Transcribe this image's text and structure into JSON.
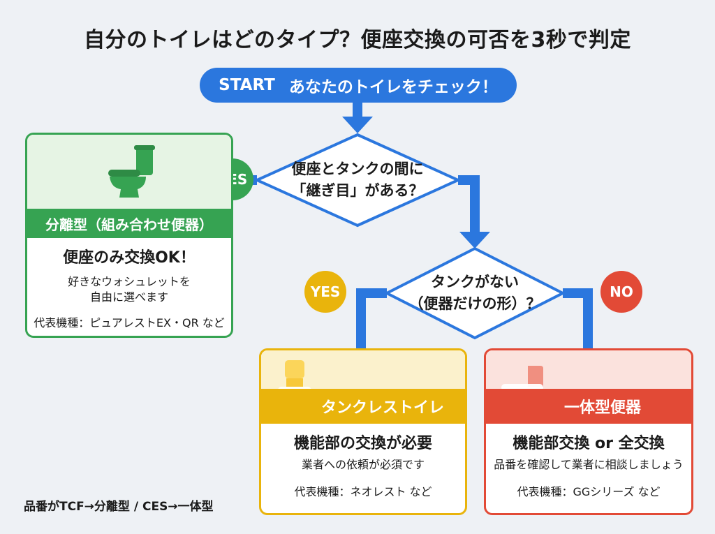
{
  "title": "自分のトイレはどのタイプ？便座交換の可否を3秒で判定",
  "start": {
    "tag": "START",
    "label": "あなたのトイレをチェック！"
  },
  "question1": {
    "line1": "便座とタンクの間に",
    "line2": "「継ぎ目」がある？"
  },
  "question2": {
    "line1": "タンクがない",
    "line2": "（便器だけの形）？"
  },
  "answers": {
    "yes1": "YES",
    "yes2": "YES",
    "no2": "NO"
  },
  "cards": {
    "separate": {
      "header": "分離型（組み合わせ便器）",
      "main": "便座のみ交換OK！",
      "desc_line1": "好きなウォシュレットを",
      "desc_line2": "自由に選べます",
      "models": "代表機種：ピュアレストEX・QR など",
      "icon": "toilet-with-tank-icon"
    },
    "tankless": {
      "header": "タンクレストイレ",
      "main": "機能部の交換が必要",
      "desc": "業者への依頼が必須です",
      "models": "代表機種：ネオレスト など",
      "icon": "tankless-toilet-icon"
    },
    "onepiece": {
      "header": "一体型便器",
      "main": "機能部交換 or 全交換",
      "desc": "品番を確認して業者に相談しましょう",
      "models": "代表機種：GGシリーズ など",
      "icon": "one-piece-toilet-icon"
    }
  },
  "footnote": "品番がTCF→分離型 / CES→一体型",
  "colors": {
    "blue": "#2b77de",
    "green": "#36a352",
    "yellow": "#e9b40c",
    "red": "#e24a36",
    "background": "#eef1f5"
  }
}
